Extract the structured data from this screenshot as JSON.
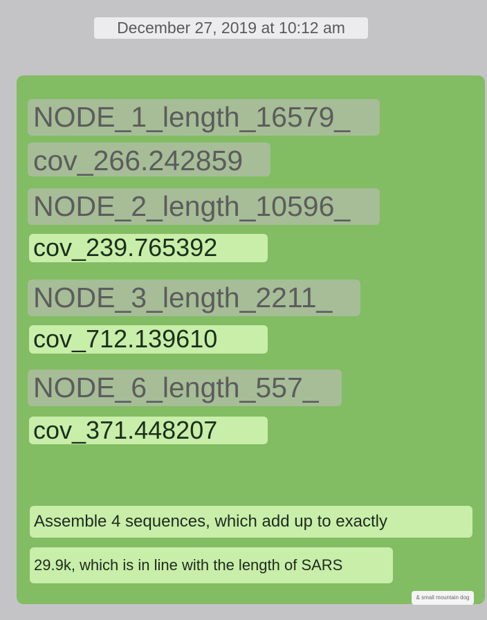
{
  "timestamp": "December 27, 2019 at 10:12 am",
  "message": {
    "lines": [
      "NODE_1_length_16579_",
      "cov_266.242859",
      "NODE_2_length_10596_",
      "cov_239.765392",
      "NODE_3_length_2211_",
      "cov_712.139610",
      "NODE_6_length_557_",
      "cov_371.448207"
    ],
    "caption_lines": [
      "Assemble 4 sequences, which add up to exactly",
      "29.9k, which is in line with the length of SARS"
    ]
  },
  "watermark": "& small mountain dog",
  "colors": {
    "background": "#c4c4c6",
    "bubble": "#82bc63",
    "highlight_light": "#c8eea9",
    "highlight_grey": "#a6bd97"
  }
}
